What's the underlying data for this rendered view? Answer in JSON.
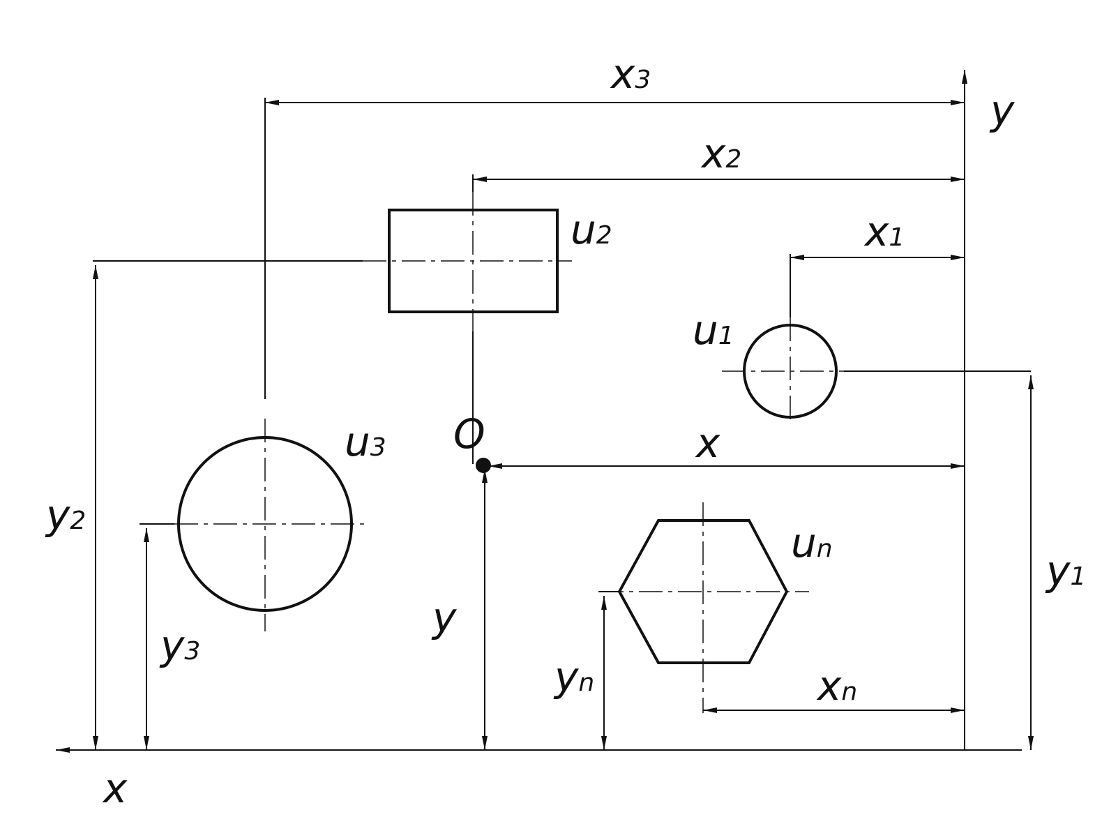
{
  "labels": {
    "x3": {
      "main": "x",
      "sub": "3"
    },
    "x2": {
      "main": "x",
      "sub": "2"
    },
    "x1": {
      "main": "x",
      "sub": "1"
    },
    "xn": {
      "main": "x",
      "sub": "n"
    },
    "x_o": {
      "main": "x",
      "sub": ""
    },
    "y_axis": {
      "main": "y",
      "sub": ""
    },
    "x_axis": {
      "main": "x",
      "sub": ""
    },
    "y1": {
      "main": "y",
      "sub": "1"
    },
    "y2": {
      "main": "y",
      "sub": "2"
    },
    "y3": {
      "main": "y",
      "sub": "3"
    },
    "yn": {
      "main": "y",
      "sub": "n"
    },
    "y_o": {
      "main": "y",
      "sub": ""
    },
    "u1": {
      "main": "u",
      "sub": "1"
    },
    "u2": {
      "main": "u",
      "sub": "2"
    },
    "u3": {
      "main": "u",
      "sub": "3"
    },
    "un": {
      "main": "u",
      "sub": "n"
    },
    "origin": {
      "main": "O",
      "sub": ""
    }
  },
  "colors": {
    "ink": "#111111",
    "background": "#ffffff"
  }
}
